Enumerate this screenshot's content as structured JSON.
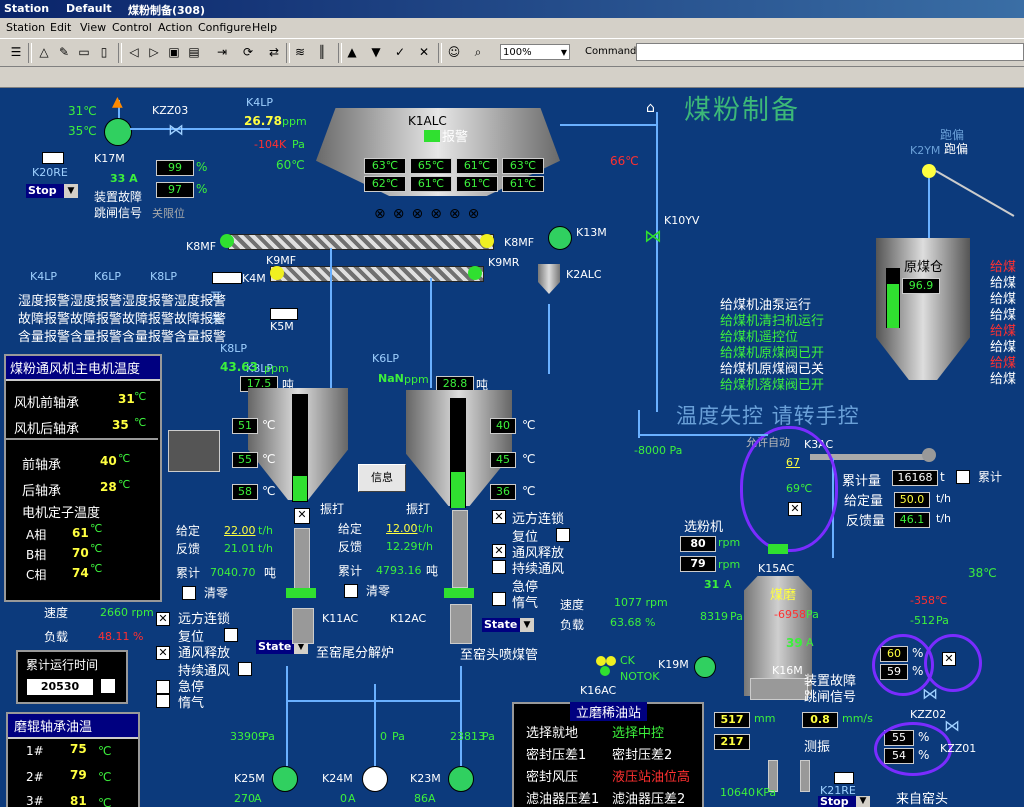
{
  "window": {
    "title_parts": [
      "Station",
      "Default",
      "煤粉制备(308)"
    ]
  },
  "menu": [
    "Station",
    "Edit",
    "View",
    "Control",
    "Action",
    "Configure",
    "Help"
  ],
  "toolbar": {
    "zoom": "100%",
    "command_label": "Command",
    "command_value": ""
  },
  "colors": {
    "bg": "#0c3a7c",
    "value_green": "#3cf03c",
    "alarm_red": "#ff3030",
    "annot_purple": "#7a2cff"
  },
  "main_title": "煤粉制备",
  "top_left": {
    "t1": "31℃",
    "t2": "35℃",
    "k20re": "K20RE",
    "stop_sel": "Stop",
    "k17m": "K17M",
    "amps": "33 A",
    "kzz03": "KZZ03",
    "v99": "99",
    "v97": "97",
    "pct": "%",
    "fault1": "装置故障",
    "fault2": "跳闸信号",
    "lim": "关限位"
  },
  "k4lp": {
    "label": "K4LP",
    "ppm": "26.78",
    "ppm_u": "ppm",
    "kpa": "-104K",
    "kpa_u": "Pa",
    "temp": "60℃"
  },
  "hopper": {
    "label": "K1ALC",
    "alarm": "报警",
    "temps_row1": [
      "63℃",
      "65℃",
      "61℃",
      "63℃"
    ],
    "temps_row2": [
      "62℃",
      "61℃",
      "61℃",
      "61℃"
    ]
  },
  "top_right_temp": "66℃",
  "conveyors": {
    "k8mf_l": "K8MF",
    "k8mf_r": "K8MF",
    "k9mf": "K9MF",
    "k9mr": "K9MR",
    "k13m": "K13M",
    "k2alc": "K2ALC",
    "k10yv": "K10YV"
  },
  "gas_labels": {
    "k4lp": "K4LP",
    "k6lp": "K6LP",
    "k8lp": "K8LP",
    "k4m": "K4M",
    "k5m": "K5M",
    "k8lp2": "K8LP",
    "on": "开",
    "off": "关"
  },
  "alarm_grid": [
    "湿度报警",
    "湿度报警",
    "湿度报警",
    "湿度报警",
    "故障报警",
    "故障报警",
    "故障报警",
    "故障报警",
    "含量报警",
    "含量报警",
    "含量报警",
    "含量报警"
  ],
  "fan_panel": {
    "title": "煤粉通风机主电机温度",
    "rows": [
      {
        "label": "风机前轴承",
        "value": "31",
        "unit": "℃"
      },
      {
        "label": "风机后轴承",
        "value": "35",
        "unit": "℃"
      }
    ],
    "rows2": [
      {
        "label": "前轴承",
        "value": "40",
        "unit": "℃"
      },
      {
        "label": "后轴承",
        "value": "28",
        "unit": "℃"
      }
    ],
    "stator": "电机定子温度",
    "phases": [
      {
        "label": "A相",
        "value": "61",
        "unit": "℃"
      },
      {
        "label": "B相",
        "value": "70",
        "unit": "℃"
      },
      {
        "label": "C相",
        "value": "74",
        "unit": "℃"
      }
    ]
  },
  "speed_load": {
    "speed_l": "速度",
    "speed_v": "2660 rpm",
    "load_l": "负载",
    "load_v": "48.11 %"
  },
  "runtime": {
    "title": "累计运行时间",
    "value": "20530"
  },
  "roll_panel": {
    "title": "磨辊轴承油温",
    "rows": [
      {
        "label": "1#",
        "value": "75",
        "unit": "℃"
      },
      {
        "label": "2#",
        "value": "79",
        "unit": "℃"
      },
      {
        "label": "3#",
        "value": "81",
        "unit": "℃"
      }
    ]
  },
  "bin1": {
    "ppm": "43.63",
    "ppm_u": "ppm",
    "ton": "17.5",
    "ton_u": "吨",
    "t1": "51",
    "t2": "55",
    "t3": "58",
    "u": "℃",
    "shake": "振打",
    "give_l": "给定",
    "give_v": "22.00",
    "give_u": "t/h",
    "fb_l": "反馈",
    "fb_v": "21.01",
    "fb_u": "t/h",
    "acc_l": "累计",
    "acc_v": "7040.70",
    "acc_u": "吨",
    "clear": "清零",
    "k11ac": "K11AC",
    "state_sel": "State",
    "dest": "至窑尾分解炉"
  },
  "bin2": {
    "lab": "K6LP",
    "ppm": "NaN",
    "ppm_u": "ppm",
    "ton": "28.8",
    "ton_u": "吨",
    "t1": "40",
    "t2": "45",
    "t3": "36",
    "u": "℃",
    "shake": "振打",
    "give_l": "给定",
    "give_v": "12.00",
    "give_u": "t/h",
    "fb_l": "反馈",
    "fb_v": "12.29",
    "fb_u": "t/h",
    "acc_l": "累计",
    "acc_v": "4793.16",
    "acc_u": "吨",
    "clear": "清零",
    "k12ac": "K12AC",
    "state_sel": "State",
    "dest": "至窑头喷煤管"
  },
  "info_btn": "信息",
  "interlocks_left": [
    "远方连锁",
    "复位",
    "通风释放",
    "持续通风",
    "急停",
    "惰气"
  ],
  "interlocks_right": [
    "远方连锁",
    "复位",
    "通风释放",
    "持续通风",
    "急停",
    "惰气"
  ],
  "fan_b": {
    "speed_l": "速度",
    "load_l": "负载",
    "rpm": "1077 rpm",
    "pct": "63.68 %"
  },
  "status_list": [
    "给煤机油泵运行",
    "给煤机清扫机运行",
    "给煤机遥控位",
    "给煤机原煤阀已开",
    "给煤机原煤阀已关",
    "给煤机落煤阀已开"
  ],
  "hand_ctrl": "温度失控  请转手控",
  "raw_bin": {
    "k2ym": "K2YM",
    "run1": "跑偏",
    "run2": "跑偏",
    "label": "原煤仓",
    "value": "96.9"
  },
  "right_edge": [
    "给煤",
    "给煤",
    "给煤",
    "给煤",
    "给煤",
    "给煤",
    "给煤",
    "给煤"
  ],
  "feeder": {
    "k3ac": "K3AC",
    "acc_l": "累计量",
    "acc_v": "16168",
    "acc_u": "t",
    "acc_btn": "累计",
    "set_l": "给定量",
    "set_v": "50.0",
    "set_u": "t/h",
    "fb_l": "反馈量",
    "fb_v": "46.1",
    "fb_u": "t/h",
    "allow": "允许自动",
    "v67": "67",
    "v69": "69℃"
  },
  "pa_8000": "-8000 Pa",
  "classifier": {
    "label": "选粉机",
    "v80": "80",
    "v79": "79",
    "u": "rpm",
    "amps": "31",
    "amps_u": "A",
    "k15ac": "K15AC"
  },
  "mill": {
    "label": "煤磨",
    "pa1": "8319",
    "pa1_u": "Pa",
    "pa2": "-6958",
    "pa2_u": "Pa",
    "amps": "39",
    "amps_u": "A",
    "k16m": "K16M",
    "k19m": "K19M",
    "k16ac": "K16AC",
    "ck": "CK",
    "notok": "NOTOK",
    "fault1": "装置故障",
    "fault2": "跳闸信号",
    "t38": "38℃",
    "t_red": "-358℃",
    "pa3": "-512",
    "pa3_u": "Pa",
    "v60": "60",
    "v59": "59",
    "pct": "%",
    "kzz02": "KZZ02",
    "v55": "55",
    "v54": "54",
    "kzz01": "KZZ01"
  },
  "lube": {
    "title": "立磨稀油站",
    "r1a": "选择就地",
    "r1b": "选择中控",
    "r2a": "密封压差1",
    "r2b": "密封压差2",
    "r3a": "密封风压",
    "r3b": "液压站油位高",
    "r4a": "滤油器压差1",
    "r4b": "滤油器压差2"
  },
  "vib": {
    "v517": "517",
    "v217": "217",
    "mm": "mm",
    "v08": "0.8",
    "mms": "mm/s",
    "label": "测振",
    "kpa": "10640",
    "kpa_u": "KPa"
  },
  "bottom": {
    "pa1": "33909",
    "pa2": "0",
    "pa3": "23813",
    "pa_u": "Pa",
    "k25m": "K25M",
    "k24m": "K24M",
    "k23m": "K23M",
    "a1": "270",
    "a2": "0",
    "a3": "86",
    "a_u": "A",
    "k21re": "K21RE",
    "stop2": "Stop",
    "from_head": "来自窑头"
  }
}
